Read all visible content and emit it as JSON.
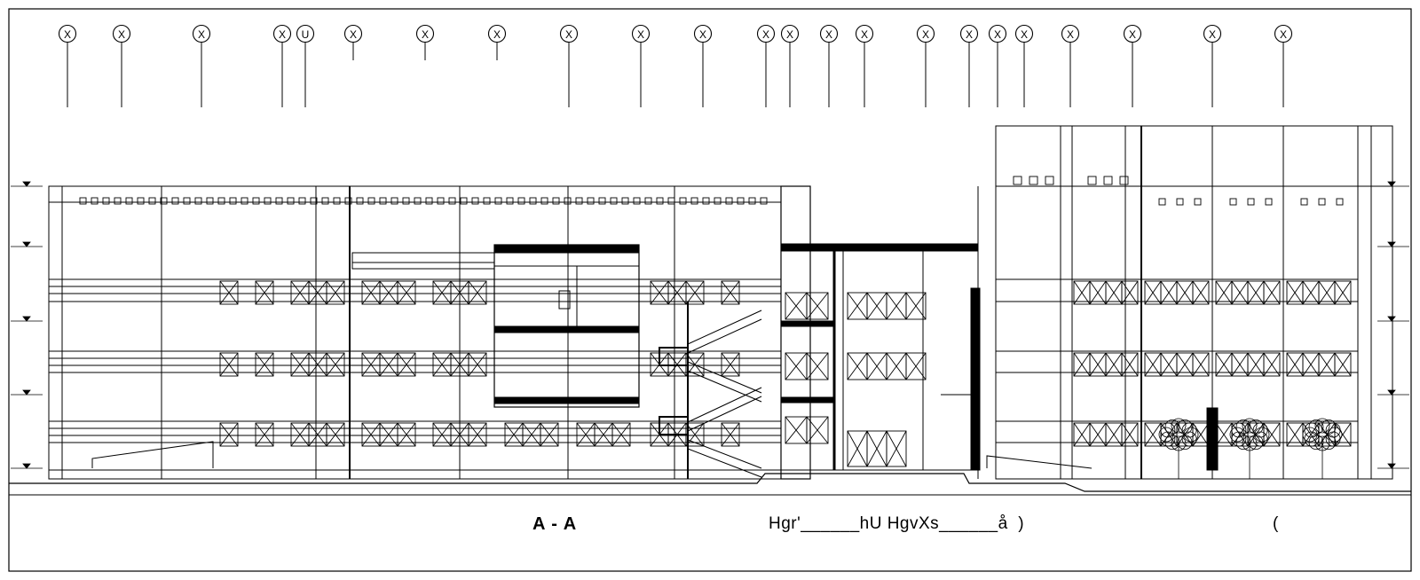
{
  "drawing": {
    "section_title": "A - A",
    "section_subtitle": "Hgr'______hU HgvXs______å  )",
    "trailing_mark": "(",
    "grid_axis_labels": [
      "X",
      "X",
      "X",
      "X",
      "U",
      "X",
      "X",
      "X",
      "X",
      "X",
      "X",
      "X",
      "X",
      "X",
      "X",
      "X",
      "X",
      "X",
      "X",
      "X",
      "X",
      "X",
      "X"
    ]
  }
}
